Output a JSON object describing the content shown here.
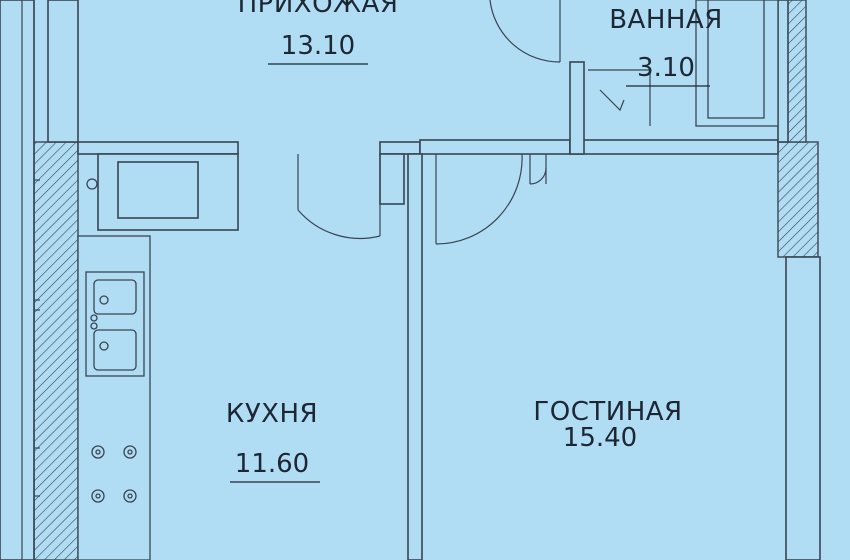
{
  "rooms": {
    "hall": {
      "name": "ПРИХОЖАЯ",
      "area": "13.10"
    },
    "bath": {
      "name": "ВАННАЯ",
      "area": "3.10"
    },
    "kitchen": {
      "name": "КУХНЯ",
      "area": "11.60"
    },
    "living": {
      "name": "ГОСТИНАЯ",
      "area": "15.40"
    }
  },
  "colors": {
    "background": "#b0dcf4",
    "lines": "#3a4552",
    "text": "#1d2733"
  }
}
